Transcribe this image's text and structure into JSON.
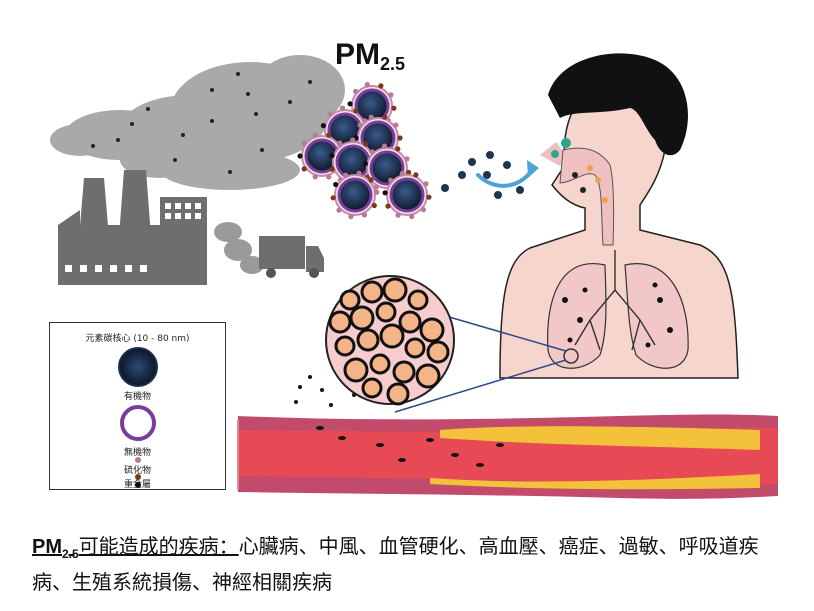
{
  "title": {
    "main": "PM",
    "sub": "2.5"
  },
  "legend": {
    "items": [
      {
        "label": "元素碳核心 (10 - 80 nm)",
        "color": "#1d2d4f"
      },
      {
        "label": "有機物",
        "color": "#7a3d9a"
      },
      {
        "label": "無機物",
        "color": "#b77b93"
      },
      {
        "label": "硫化物",
        "color": "#7a3a16"
      },
      {
        "label": "重金屬",
        "color": "#111111"
      }
    ]
  },
  "caption": {
    "head_main": "PM",
    "head_sub": "2.5",
    "lead": "可能造成的疾病：",
    "diseases": "心臟病、中風、血管硬化、高血壓、癌症、過敏、呼吸道疾病、生殖系統損傷、神經相關疾病"
  },
  "colors": {
    "smoke": "#a7a7a7",
    "factory": "#6e6e6e",
    "skin": "#f6d5cd",
    "lung": "#f2c7c7",
    "blood": "#e63a4a",
    "plaque": "#f4c23a",
    "arrow": "#4ea3d6"
  }
}
